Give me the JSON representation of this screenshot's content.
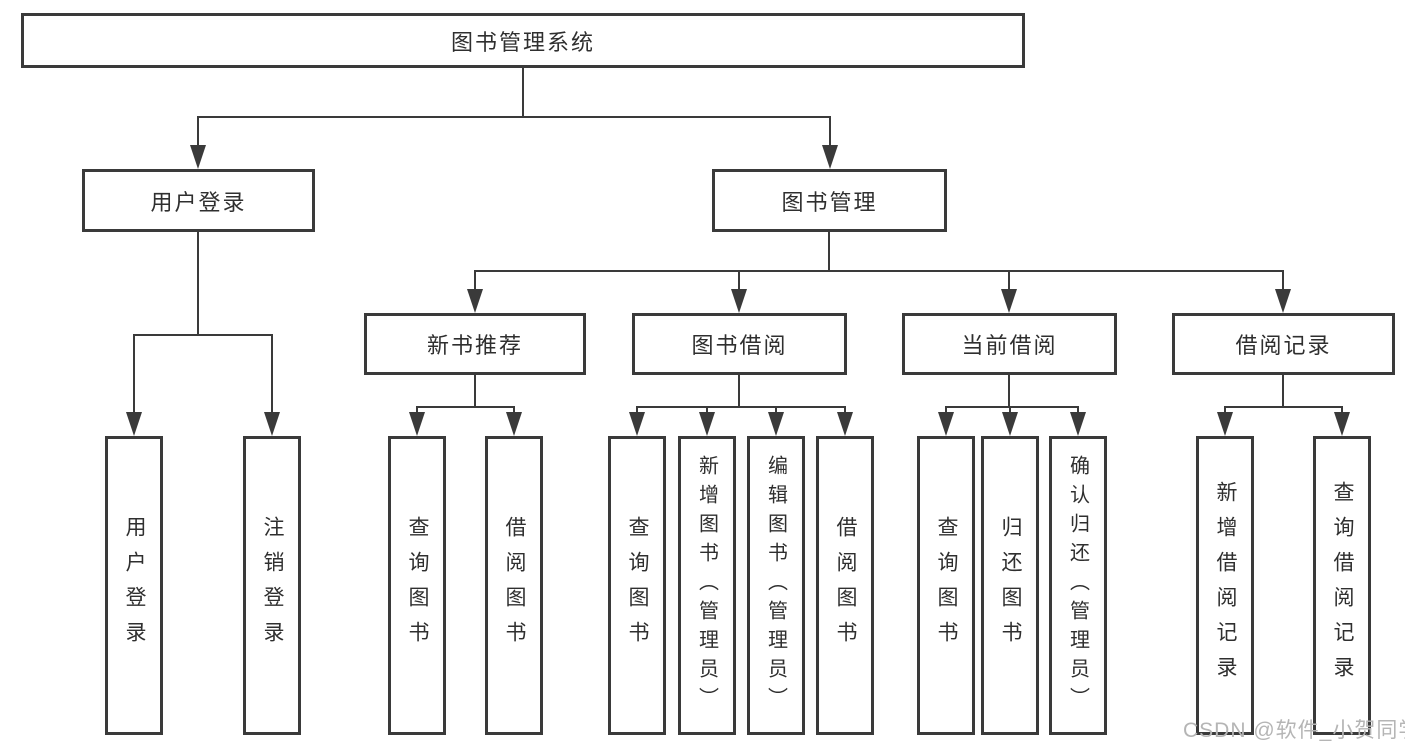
{
  "page": {
    "background": "#ffffff",
    "watermark": "CSDN @软件_小贺同学"
  },
  "colors": {
    "line": "#3a3a3a",
    "box_border": "#3a3a3a",
    "text": "#2f2f2f",
    "watermark_text": "#b5b5b5"
  },
  "tree": {
    "root": {
      "label": "图书管理系统"
    },
    "branches": [
      {
        "label": "用户登录",
        "children": [
          {
            "label": "用户登录"
          },
          {
            "label": "注销登录"
          }
        ]
      },
      {
        "label": "图书管理",
        "children": [
          {
            "label": "新书推荐",
            "children": [
              {
                "label": "查询图书"
              },
              {
                "label": "借阅图书"
              }
            ]
          },
          {
            "label": "图书借阅",
            "children": [
              {
                "label": "查询图书"
              },
              {
                "label": "新增图书（管理员）"
              },
              {
                "label": "编辑图书（管理员）"
              },
              {
                "label": "借阅图书"
              }
            ]
          },
          {
            "label": "当前借阅",
            "children": [
              {
                "label": "查询图书"
              },
              {
                "label": "归还图书"
              },
              {
                "label": "确认归还（管理员）"
              }
            ]
          },
          {
            "label": "借阅记录",
            "children": [
              {
                "label": "新增借阅记录"
              },
              {
                "label": "查询借阅记录"
              }
            ]
          }
        ]
      }
    ]
  }
}
